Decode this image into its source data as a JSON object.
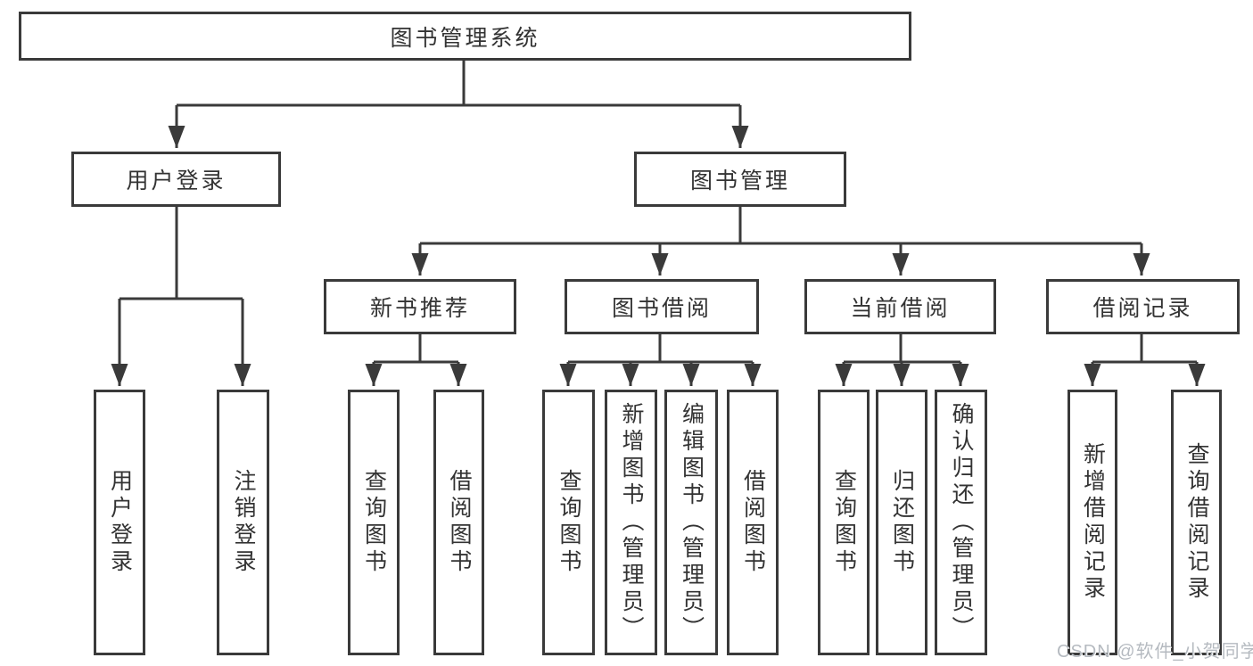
{
  "tree": {
    "root": "图书管理系统",
    "user_login": "用户登录",
    "book_mgmt": "图书管理",
    "leaf_login": "用户登录",
    "leaf_logout": "注销登录",
    "new_books": "新书推荐",
    "book_borrow": "图书借阅",
    "current_borrow": "当前借阅",
    "borrow_records": "借阅记录",
    "nb_query": "查询图书",
    "nb_borrow": "借阅图书",
    "bb_query": "查询图书",
    "bb_add": "新增图书（管理员）",
    "bb_edit": "编辑图书（管理员）",
    "bb_borrow": "借阅图书",
    "cb_query": "查询图书",
    "cb_return": "归还图书",
    "cb_confirm": "确认归还（管理员）",
    "br_add": "新增借阅记录",
    "br_query": "查询借阅记录"
  },
  "watermark": "CSDN @软件_小贺同学",
  "colors": {
    "line": "#3a3a3a",
    "box_border": "#3a3a3a",
    "text": "#333333",
    "watermark": "#b5bac0",
    "background": "#ffffff"
  }
}
